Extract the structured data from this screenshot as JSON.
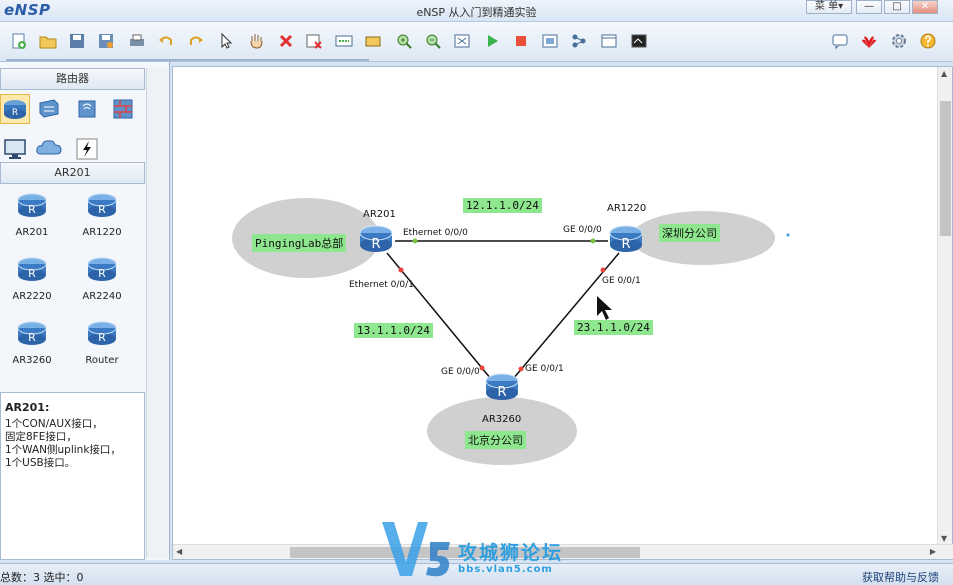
{
  "window": {
    "logo": "eNSP",
    "title": "eNSP 从入门到精通实验",
    "menu_label": "菜 单▾",
    "minimize": "—",
    "maximize": "□",
    "close": "✕"
  },
  "toolbar": {
    "buttons": [
      "new-topology-icon",
      "open-icon",
      "save-icon",
      "save-as-icon",
      "print-icon",
      "undo-icon",
      "redo-icon",
      "select-icon",
      "pan-hand-icon",
      "delete-icon",
      "delete-link-icon",
      "text-icon",
      "rectangle-icon",
      "zoom-in-icon",
      "zoom-out-icon",
      "fit-icon",
      "start-icon",
      "stop-icon",
      "capture-icon",
      "topology-icon",
      "panel-icon",
      "console-icon"
    ],
    "right_buttons": [
      "chat-icon",
      "huawei-icon",
      "settings-icon",
      "help-icon"
    ]
  },
  "left_panel": {
    "category_header": "路由器",
    "sub_header": "AR201",
    "devices": [
      {
        "name": "AR201"
      },
      {
        "name": "AR1220"
      },
      {
        "name": "AR2220"
      },
      {
        "name": "AR2240"
      },
      {
        "name": "AR3260"
      },
      {
        "name": "Router"
      }
    ],
    "description": {
      "title": "AR201:",
      "lines": [
        "1个CON/AUX接口，",
        "固定8FE接口，",
        "1个WAN侧uplink接口，",
        "1个USB接口。"
      ]
    }
  },
  "topology": {
    "routers": [
      {
        "name": "AR201"
      },
      {
        "name": "AR1220"
      },
      {
        "name": "AR3260"
      }
    ],
    "areas": [
      {
        "label": "PingingLab总部"
      },
      {
        "label": "深圳分公司"
      },
      {
        "label": "北京分公司"
      }
    ],
    "subnets": [
      "12.1.1.0/24",
      "13.1.1.0/24",
      "23.1.1.0/24"
    ],
    "ports": {
      "ar201_e000": "Ethernet 0/0/0",
      "ar201_e001": "Ethernet 0/0/1",
      "ar1220_ge000": "GE 0/0/0",
      "ar1220_ge001": "GE 0/0/1",
      "ar3260_ge000": "GE 0/0/0",
      "ar3260_ge001": "GE 0/0/1"
    }
  },
  "statusbar": {
    "left": "总数：3  选中：0",
    "right": "获取帮助与反馈"
  },
  "watermark": {
    "title": "攻城狮论坛",
    "url": "bbs.vlan5.com"
  },
  "colors": {
    "label_green": "#8ee68e",
    "area_gray": "#d0d0d0",
    "link_up": "#7ac143",
    "link_down": "#e8443a"
  }
}
